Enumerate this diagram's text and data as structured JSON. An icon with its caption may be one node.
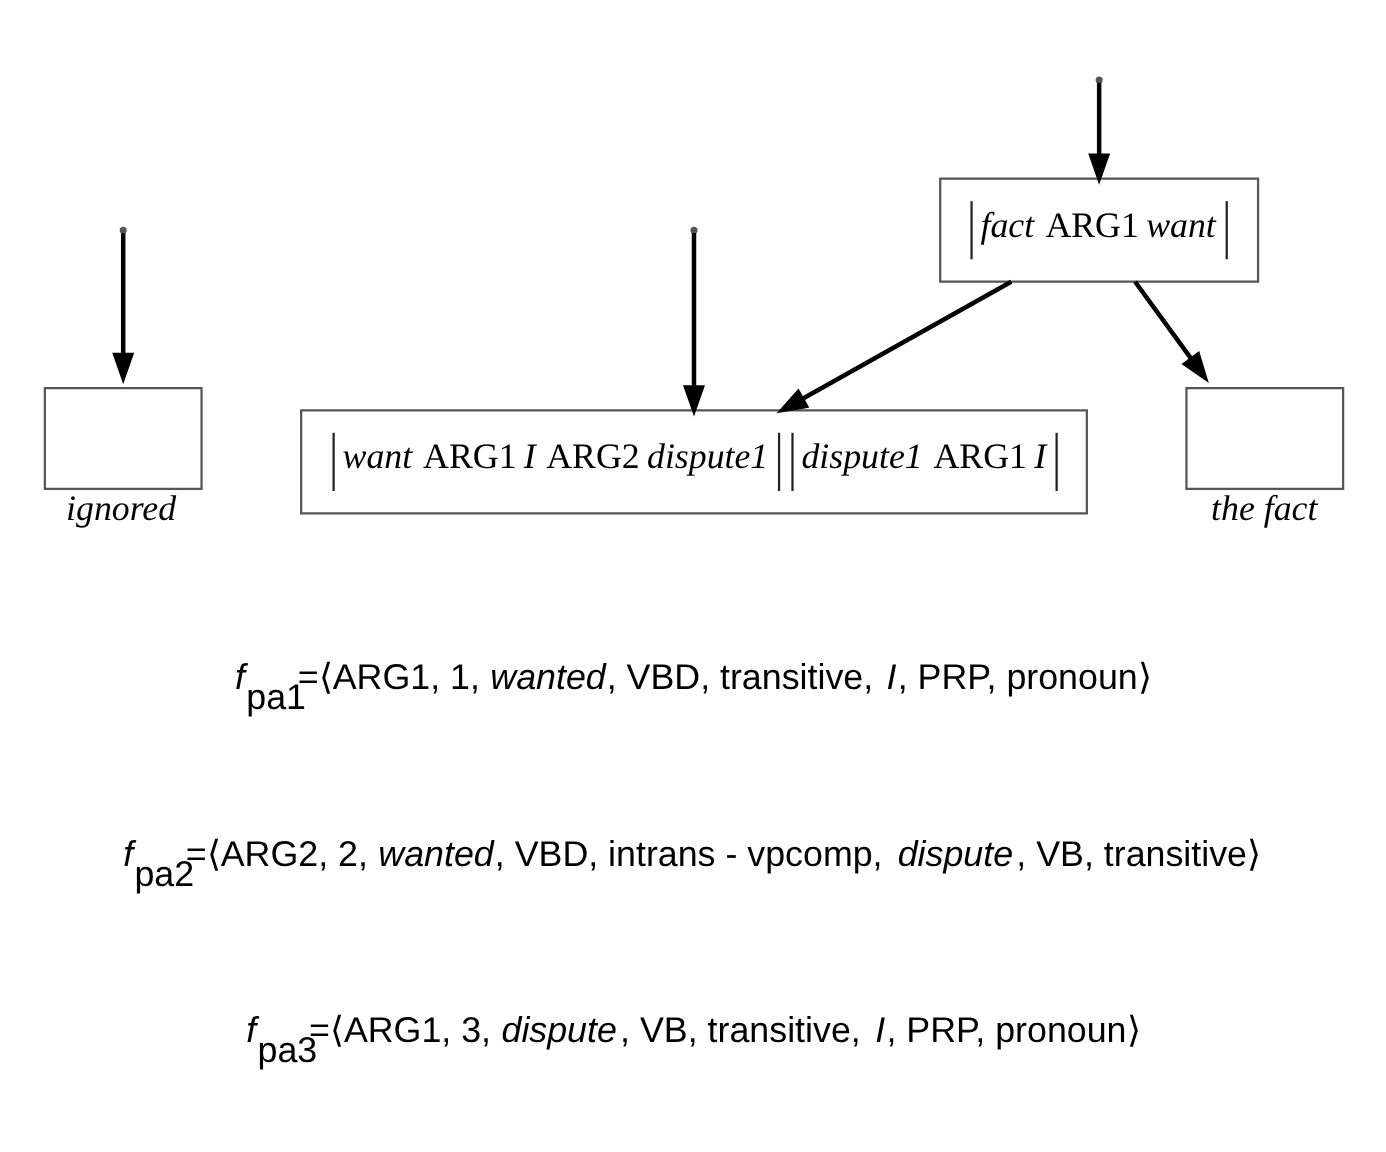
{
  "diagram": {
    "nodes": [
      {
        "text": [
          "*fact* ARG1 *want*"
        ]
      },
      {
        "text": [
          "*want* ARG1 *I* ARG2 *dispute1*",
          "*dispute1* ARG1 *I*"
        ]
      },
      {
        "text": [],
        "shape": "box",
        "beside": [
          "ignored"
        ]
      },
      {
        "text": [],
        "shape": "box",
        "beside": [
          "the fact"
        ]
      }
    ],
    "edges": [
      {
        "from": null,
        "to": 0,
        "arrow": "to"
      },
      {
        "from": null,
        "to": 2,
        "arrow": "to"
      },
      {
        "from": 0,
        "to": 1,
        "arrow": "to"
      },
      {
        "from": 0,
        "to": 3,
        "arrow": "to"
      },
      {
        "from": null,
        "to": 1,
        "arrow": "to"
      }
    ],
    "labels": [
      "*f*$_{pa1}$=⟨ARG1, 1, *wanted*, VBD, transitive, *I*, PRP, pronoun⟩",
      "*f*$_{pa2}$=⟨ARG2, 2, *wanted*, VBD, intrans - vpcomp, *dispute*, VB, transitive⟩",
      "*f*$_{pa3}$=⟨ARG1, 3, *dispute*, VB, transitive, *I*, PRP, pronoun⟩"
    ]
  }
}
